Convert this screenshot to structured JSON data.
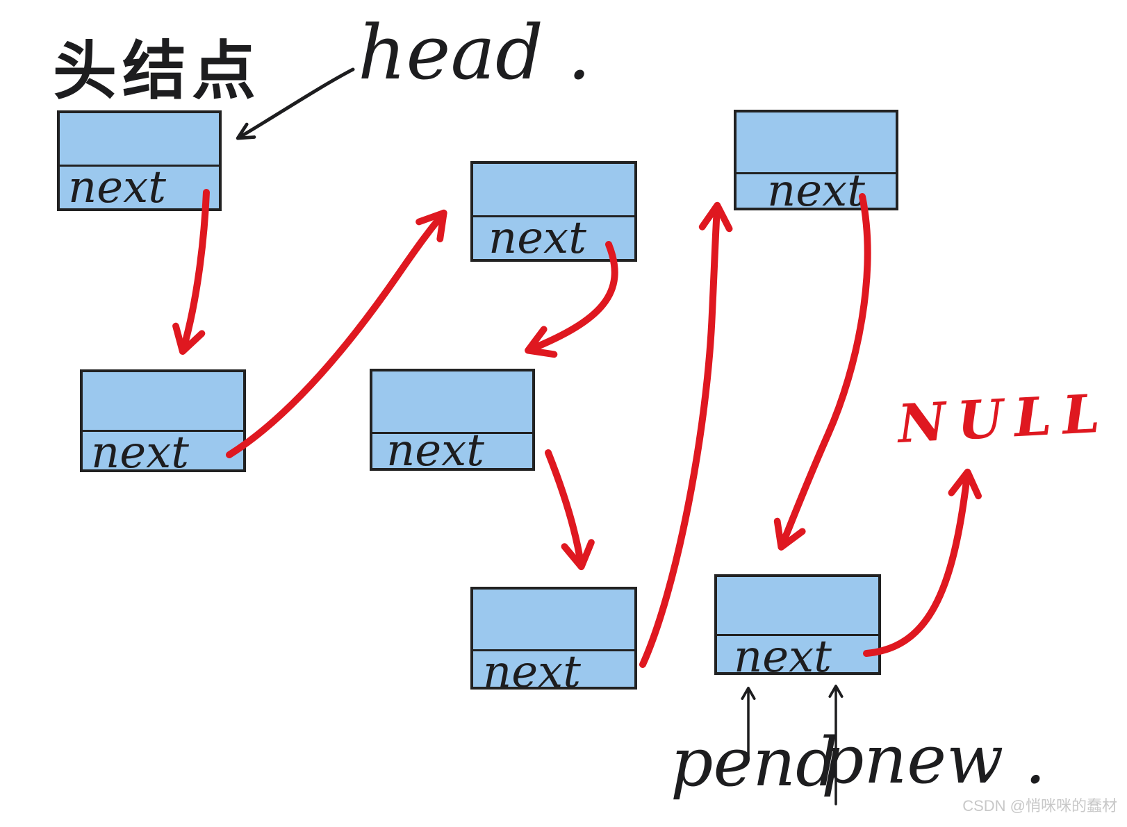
{
  "annotations": {
    "head_node_cn": "头结点",
    "head_pointer_label": "head .",
    "null_label": "NULL",
    "pend_label": "pend",
    "pnew_label": "pnew ."
  },
  "nodes": [
    {
      "id": "head-node",
      "pointer_label": "next"
    },
    {
      "id": "node-top-middle",
      "pointer_label": "next"
    },
    {
      "id": "node-top-right",
      "pointer_label": "next"
    },
    {
      "id": "node-left-middle",
      "pointer_label": "next"
    },
    {
      "id": "node-mid-middle",
      "pointer_label": "next"
    },
    {
      "id": "node-bottom-middle",
      "pointer_label": "next"
    },
    {
      "id": "node-bottom-right",
      "pointer_label": "next"
    }
  ],
  "watermark": "CSDN @悄咪咪的蠢材",
  "colors": {
    "node_fill": "#9bc8ee",
    "node_border": "#222222",
    "ink_black": "#1d1d1f",
    "ink_red": "#df1820",
    "watermark_gray": "#c8c8c8"
  }
}
